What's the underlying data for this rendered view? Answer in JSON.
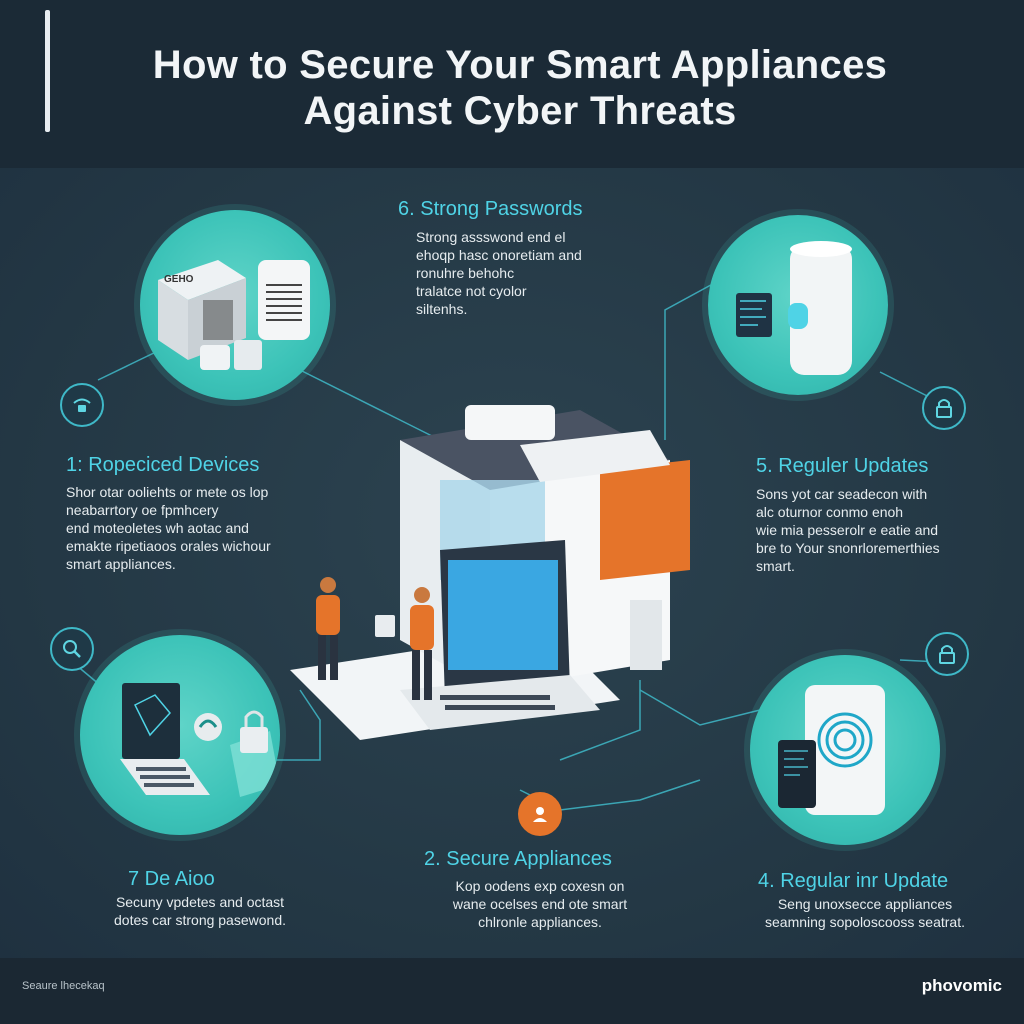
{
  "header": {
    "title": "How to  Secure Your Smart Appliances Against Cyber Threats"
  },
  "sections": {
    "strong_passwords": {
      "heading": "6. Strong Passwords",
      "lines": [
        "Strong assswond end  el",
        "ehoqp hasc onoretiam  and",
        "ronuhre behohc",
        "tralatce not cyolor",
        "siltenhs."
      ]
    },
    "devices": {
      "heading": "1:  Ropeciced Devices",
      "lines": [
        "Shor otar ooliehts  or  mete os lop",
        "neabarrtory oe fpmhcery",
        "end moteoletes wh aotac and",
        "emakte ripetiaoos orales wichour",
        "smart  appliances."
      ]
    },
    "regular_updates": {
      "heading": "5.  Reguler Updates",
      "lines": [
        "Sons yot car seadecon with",
        "alc oturnor conmo enoh",
        "wie mia pesserolr e eatie and",
        "bre to Your snonrloremerthies",
        "smart."
      ]
    },
    "de_aioo": {
      "heading": "7 De Aioo",
      "lines": [
        "Secuny vpdetes and octast",
        "dotes car strong pasewond."
      ]
    },
    "secure_appliances": {
      "heading": "2. Secure Appliances",
      "lines": [
        "Kop oodens exp coxesn on",
        "wane ocelses end ote smart",
        "chlronle appliances."
      ]
    },
    "regular_update": {
      "heading": "4. Regular inr Update",
      "lines": [
        "Seng unoxsecce appliances",
        "seamning sopoloscooss seatrat."
      ]
    }
  },
  "illustration": {
    "device_label": "GEHO"
  },
  "icons": {
    "top_left": "wifi-lock-icon",
    "top_right": "padlock-icon",
    "bottom_left": "magnifier-icon",
    "bottom_right": "padlock-icon",
    "center_bottom": "person-icon"
  },
  "footer": {
    "left": "Seaure lhecekaq",
    "right": "phovomic"
  },
  "colors": {
    "accent_cyan": "#4fd3e6",
    "circle_teal": "#3cc3b8",
    "accent_orange": "#e5742a",
    "bg": "#243642"
  }
}
